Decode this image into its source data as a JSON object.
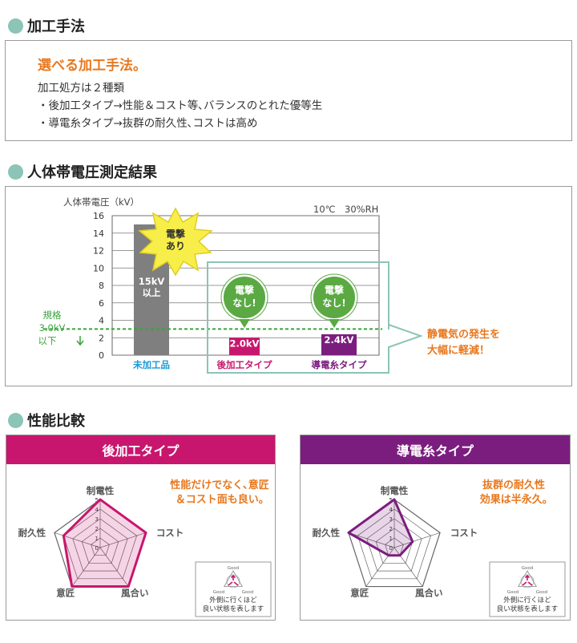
{
  "section1": {
    "title": "加工手法",
    "headline": "選べる加工手法。",
    "lines": [
      "加工処方は２種類",
      "・後加工タイプ→性能＆コスト等､バランスのとれた優等生",
      "・導電糸タイプ→抜群の耐久性､コストは高め"
    ]
  },
  "section2": {
    "title": "人体帯電圧測定結果",
    "condition": "10℃　30%RH",
    "spec_label": [
      "規格",
      "3.0kV",
      "以下"
    ],
    "burst_top": [
      "電撃",
      "あり"
    ],
    "bubble": [
      "電撃",
      "なし!"
    ],
    "callout": [
      "静電気の発生を",
      "大幅に軽減！"
    ]
  },
  "chart_data": {
    "type": "bar",
    "ylabel": "人体帯電圧（kV）",
    "ylim": [
      0,
      16
    ],
    "yticks": [
      0,
      2,
      4,
      6,
      8,
      10,
      12,
      14,
      16
    ],
    "categories": [
      "未加工品",
      "後加工タイプ",
      "導電糸タイプ"
    ],
    "values": [
      15,
      2.0,
      2.4
    ],
    "value_labels": [
      [
        "15kV",
        "以上"
      ],
      [
        "2.0kV"
      ],
      [
        "2.4kV"
      ]
    ],
    "threshold": 3.0,
    "colors": {
      "untreated": "#7f7f7f",
      "post": "#c8166e",
      "fiber": "#7b1d7e",
      "category_untreated": "#1a9bd7",
      "category_post": "#c8166e",
      "category_fiber": "#7b1d7e",
      "threshold": "#3aa43c"
    }
  },
  "section3": {
    "title": "性能比較",
    "legend": {
      "good": "Good",
      "text": [
        "外側に行くほど",
        "良い状態を表します"
      ]
    },
    "panels": [
      {
        "name": "後加工タイプ",
        "color": "#c8166e",
        "fill": "rgba(200,22,110,0.18)",
        "comment": [
          "性能だけでなく､意匠",
          "＆コスト面も良い｡"
        ],
        "comment_color": "#e8781e",
        "axes": [
          "制電性",
          "コスト",
          "風合い",
          "意匠",
          "耐久性"
        ],
        "scale": [
          "0",
          "1",
          "2",
          "3",
          "4",
          "5"
        ],
        "values": [
          5,
          5,
          5,
          5,
          4
        ]
      },
      {
        "name": "導電糸タイプ",
        "color": "#7b1d7e",
        "fill": "rgba(123,29,126,0.18)",
        "comment": [
          "抜群の耐久性",
          "効果は半永久｡"
        ],
        "comment_color": "#e8781e",
        "axes": [
          "制電性",
          "コスト",
          "風合い",
          "意匠",
          "耐久性"
        ],
        "scale": [
          "0",
          "1",
          "2",
          "3",
          "4",
          "5"
        ],
        "values": [
          5,
          2,
          1,
          1,
          5
        ]
      }
    ]
  }
}
